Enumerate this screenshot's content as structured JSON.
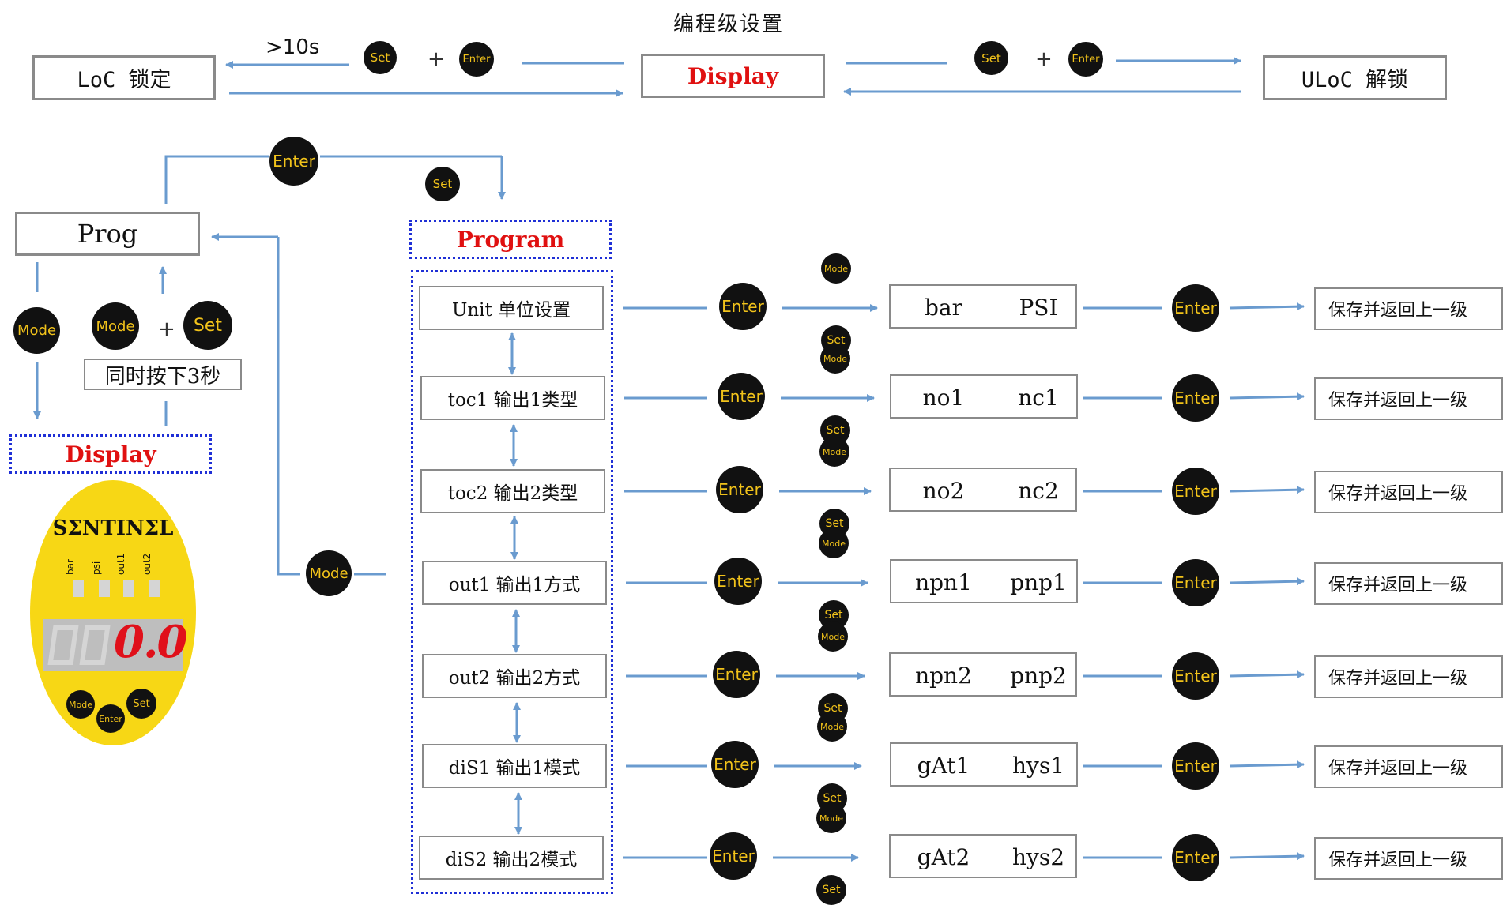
{
  "title": "编程级设置",
  "top": {
    "loc": "LoC 锁定",
    "display": "Display",
    "uloc": "ULoC 解锁",
    "time_hint": ">10s",
    "plus": "+",
    "set": "Set",
    "enter": "Enter"
  },
  "left": {
    "prog": "Prog",
    "enter": "Enter",
    "set": "Set",
    "program_title": "Program",
    "mode": "Mode",
    "plus": "+",
    "hold_hint": "同时按下3秒",
    "display": "Display"
  },
  "device": {
    "brand": "SΣNTINΣL",
    "indicators": [
      "bar",
      "psi",
      "out1",
      "out2"
    ],
    "reading": "0.0",
    "buttons": {
      "mode": "Mode",
      "enter": "Enter",
      "set": "Set"
    },
    "colors": {
      "body": "#f7d715",
      "digits": "#e0101a",
      "dim": "#d5d5d5"
    }
  },
  "rows": [
    {
      "param": "Unit 单位设置",
      "enter": "Enter",
      "mode": "Mode",
      "set": "Set",
      "left": "bar",
      "right": "PSI",
      "enter2": "Enter",
      "save": "保存并返回上一级"
    },
    {
      "param": "toc1 输出1类型",
      "enter": "Enter",
      "mode": "Mode",
      "set": "Set",
      "left": "no1",
      "right": "nc1",
      "enter2": "Enter",
      "save": "保存并返回上一级"
    },
    {
      "param": "toc2 输出2类型",
      "enter": "Enter",
      "mode": "Mode",
      "set": "Set",
      "left": "no2",
      "right": "nc2",
      "enter2": "Enter",
      "save": "保存并返回上一级"
    },
    {
      "param": "out1 输出1方式",
      "enter": "Enter",
      "mode": "Mode",
      "set": "Set",
      "left": "npn1",
      "right": "pnp1",
      "enter2": "Enter",
      "save": "保存并返回上一级"
    },
    {
      "param": "out2 输出2方式",
      "enter": "Enter",
      "mode": "Mode",
      "set": "Set",
      "left": "npn2",
      "right": "pnp2",
      "enter2": "Enter",
      "save": "保存并返回上一级"
    },
    {
      "param": "diS1 输出1模式",
      "enter": "Enter",
      "mode": "Mode",
      "set": "Set",
      "left": "gAt1",
      "right": "hys1",
      "enter2": "Enter",
      "save": "保存并返回上一级"
    },
    {
      "param": "diS2 输出2模式",
      "enter": "Enter",
      "mode": "Mode",
      "set": "Set",
      "left": "gAt2",
      "right": "hys2",
      "enter2": "Enter",
      "save": "保存并返回上一级"
    }
  ],
  "colors": {
    "arrow": "#6a9bcf",
    "button": "#111111",
    "button_text": "#f2c31a",
    "accent_red": "#e01010",
    "dotted_blue": "#1f2fd6",
    "box_border": "#8a8a8a"
  }
}
